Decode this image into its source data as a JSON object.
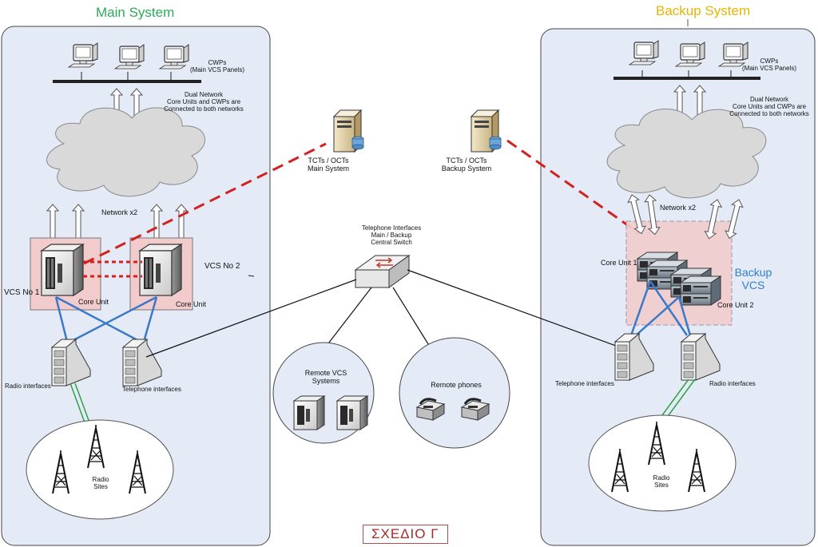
{
  "main_system": {
    "title": "Main System",
    "cwps_label": "CWPs",
    "cwps_sublabel": "(Main VCS Panels)",
    "dual_network_line1": "Dual Network",
    "dual_network_line2": "Core Units and CWPs are",
    "dual_network_line3": "Connected to both networks",
    "network_label": "Network x2",
    "vcs1_label": "VCS No 1",
    "vcs2_label": "VCS No 2",
    "core_unit_label_1": "Core Unit",
    "core_unit_label_2": "Core Unit",
    "radio_interfaces": "Radio interfaces",
    "telephone_interfaces": "Telephone interfaces",
    "radio_sites_line1": "Radio",
    "radio_sites_line2": "Sites"
  },
  "backup_system": {
    "title": "Backup System",
    "cwps_label": "CWPs",
    "cwps_sublabel": "(Main VCS Panels)",
    "dual_network_line1": "Dual Network",
    "dual_network_line2": "Core Units and CWPs are",
    "dual_network_line3": "Connected to both networks",
    "network_label": "Network x2",
    "core_unit_1": "Core Unit 1",
    "core_unit_2": "Core Unit 2",
    "backup_vcs_line1": "Backup",
    "backup_vcs_line2": "VCS",
    "telephone_interfaces": "Telephone interfaces",
    "radio_interfaces": "Radio interfaces",
    "radio_sites_line1": "Radio",
    "radio_sites_line2": "Sites"
  },
  "center": {
    "tct_main_line1": "TCTs / OCTs",
    "tct_main_line2": "Main System",
    "tct_backup_line1": "TCTs / OCTs",
    "tct_backup_line2": "Backup System",
    "switch_line1": "Telephone Interfaces",
    "switch_line2": "Main / Backup",
    "switch_line3": "Central Switch",
    "remote_vcs_line1": "Remote VCS",
    "remote_vcs_line2": "Systems",
    "remote_phones": "Remote phones"
  },
  "footer": {
    "label": "ΣΧΕΔΙΟ Γ"
  },
  "colors": {
    "panel_fill": "#e4ebf6",
    "cloud_fill": "#d9d9d9",
    "link_blue": "#3a78c8",
    "link_red": "#d42020",
    "link_green": "#2ea043",
    "vcs_box_fill": "#f2cccc",
    "main_title": "#2bab57",
    "backup_title": "#e8b400"
  }
}
